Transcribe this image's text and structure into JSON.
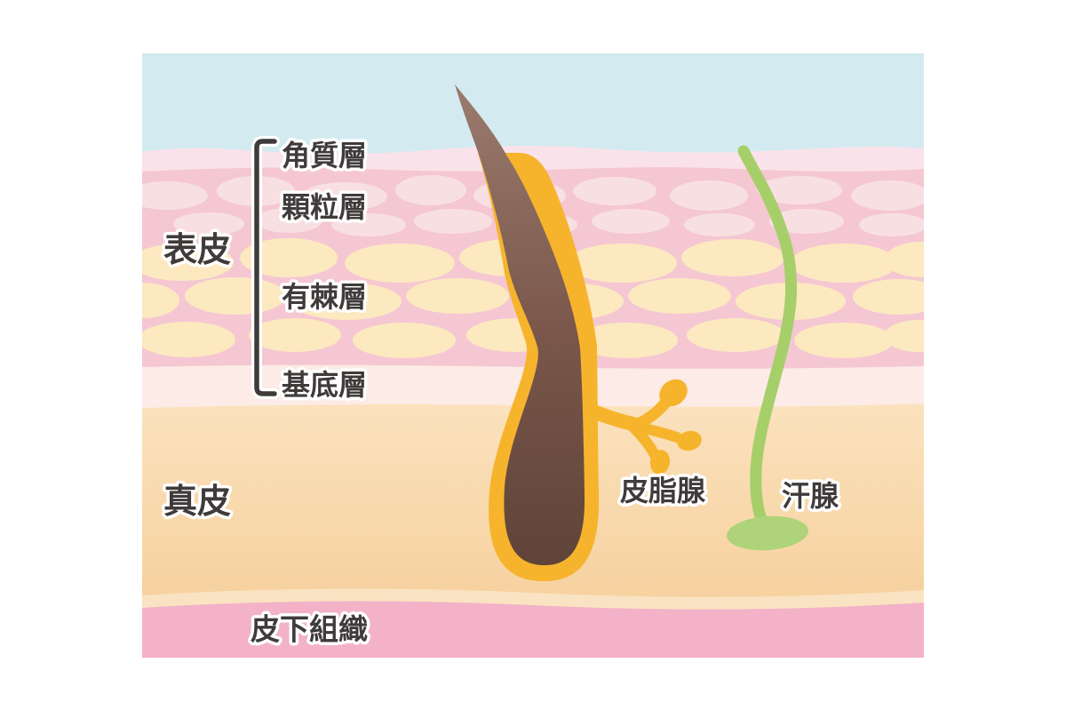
{
  "diagram": {
    "labels": {
      "epidermis": "表皮",
      "stratum_corneum": "角質層",
      "granular_layer": "顆粒層",
      "spinous_layer": "有棘層",
      "basal_layer": "基底層",
      "dermis": "真皮",
      "subcutaneous_tissue": "皮下組織",
      "sebaceous_gland": "皮脂腺",
      "sweat_gland": "汗腺"
    },
    "colors": {
      "background": "#ffffff",
      "sky": "#d3ebf0",
      "surface_strip": "#fae2ea",
      "epidermis_pink": "#f5c7d2",
      "epidermis_cell_light": "#f8e0e2",
      "epidermis_cell_cream": "#fce9c0",
      "basal_band": "#fcebe6",
      "dermis_top": "#fbe2bd",
      "dermis_bottom": "#f5cc96",
      "dermis_light_band": "#fae3c2",
      "subcutaneous_pink": "#f3b2c7",
      "follicle_yellow": "#f6b42d",
      "hair_light": "#9a7b6e",
      "hair_mid": "#7a574a",
      "hair_dark": "#5e4238",
      "sweat_green": "#a6cf6a",
      "sweat_coil_green": "#aed379",
      "label_text": "#3f3b3a",
      "bracket": "#3f3b3a"
    }
  }
}
